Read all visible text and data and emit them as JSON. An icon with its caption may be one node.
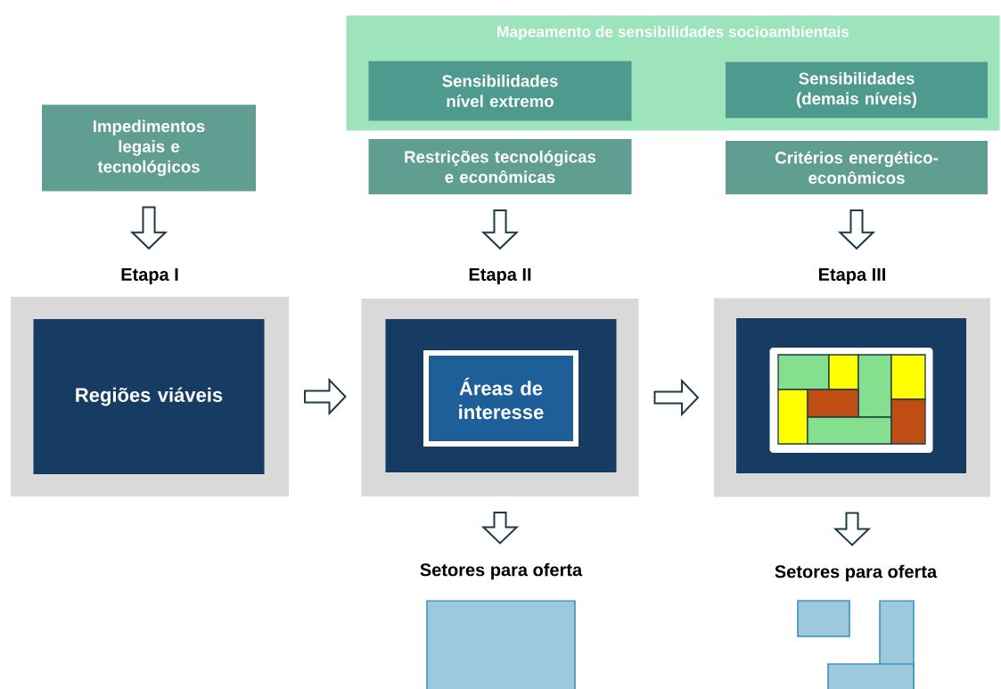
{
  "diagram": {
    "nodes": [
      {
        "text": [
          "Mapeamento de sensibilidades socioambientais"
        ]
      },
      {
        "text": [
          "Sensibilidades nível extremo"
        ],
        "in": 0
      },
      {
        "text": [
          "Sensibilidades (demais níveis)"
        ],
        "in": 0
      },
      {
        "text": [
          "Impedimentos legais e tecnológicos"
        ]
      },
      {
        "text": [
          "Restrições tecnológicas e econômicas"
        ]
      },
      {
        "text": [
          "Critérios energético-econômicos"
        ]
      },
      {
        "text": [
          "Etapa I"
        ]
      },
      {
        "text": [
          "Regiões viáveis"
        ],
        "in": 6
      },
      {
        "text": [
          "Etapa II"
        ]
      },
      {
        "text": [],
        "shape": "box",
        "in": 8
      },
      {
        "text": [
          "Áreas de interesse"
        ],
        "in": 9
      },
      {
        "text": [
          "Etapa III"
        ]
      },
      {
        "text": [],
        "shape": "box",
        "in": 11
      },
      {
        "text": [],
        "shape": "picture",
        "in": 12
      },
      {
        "text": [
          "Setores para oferta"
        ]
      },
      {
        "text": [
          "Setores para oferta"
        ]
      }
    ],
    "edges": [
      {
        "from": 3,
        "to": 6,
        "arrow": "to"
      },
      {
        "from": 4,
        "to": 8,
        "arrow": "to"
      },
      {
        "from": 5,
        "to": 11,
        "arrow": "to"
      },
      {
        "from": 6,
        "to": 8,
        "arrow": "to"
      },
      {
        "from": 8,
        "to": 11,
        "arrow": "to"
      },
      {
        "from": 8,
        "to": 14,
        "arrow": "to"
      },
      {
        "from": 11,
        "to": 15,
        "arrow": "to"
      }
    ]
  }
}
